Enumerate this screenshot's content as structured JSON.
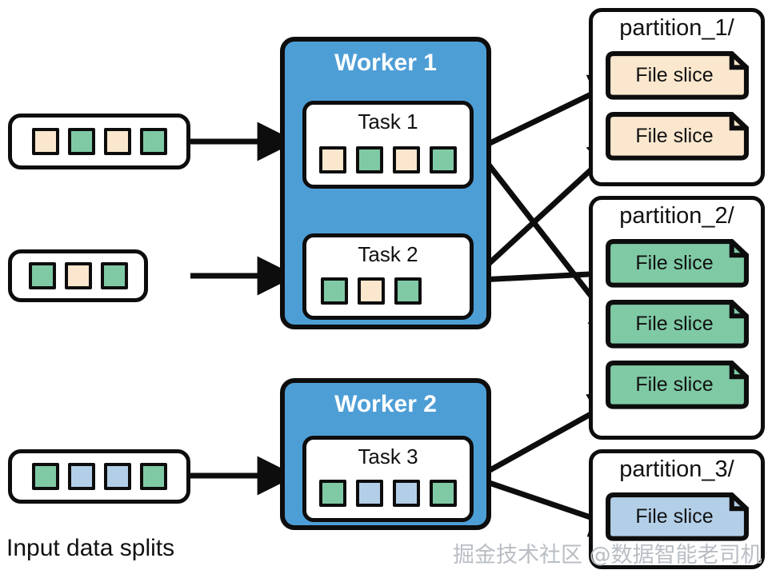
{
  "diagram": {
    "caption": "Input data splits",
    "watermark": "掘金技术社区 @数据智能老司机",
    "colors": {
      "worker_fill": "#4e9ed6",
      "peach": "#fae7ce",
      "green": "#7fcaa5",
      "blue": "#b3cfe8",
      "outline": "#0d0d0d"
    }
  },
  "input_splits": [
    {
      "name": "split-1",
      "cells": [
        "peach",
        "green",
        "peach",
        "green"
      ]
    },
    {
      "name": "split-2",
      "cells": [
        "green",
        "peach",
        "green"
      ]
    },
    {
      "name": "split-3",
      "cells": [
        "green",
        "blue",
        "blue",
        "green"
      ]
    }
  ],
  "workers": [
    {
      "label": "Worker 1",
      "tasks": [
        {
          "label": "Task 1",
          "cells": [
            "peach",
            "green",
            "peach",
            "green"
          ]
        },
        {
          "label": "Task 2",
          "cells": [
            "green",
            "peach",
            "green"
          ]
        }
      ]
    },
    {
      "label": "Worker 2",
      "tasks": [
        {
          "label": "Task 3",
          "cells": [
            "green",
            "blue",
            "blue",
            "green"
          ]
        }
      ]
    }
  ],
  "partitions": [
    {
      "label": "partition_1/",
      "slices": [
        {
          "label": "File slice",
          "color": "peach"
        },
        {
          "label": "File slice",
          "color": "peach"
        }
      ]
    },
    {
      "label": "partition_2/",
      "slices": [
        {
          "label": "File slice",
          "color": "green"
        },
        {
          "label": "File slice",
          "color": "green"
        },
        {
          "label": "File slice",
          "color": "green"
        }
      ]
    },
    {
      "label": "partition_3/",
      "slices": [
        {
          "label": "File slice",
          "color": "blue"
        }
      ]
    }
  ],
  "flows": [
    {
      "from": "split-1",
      "to": "Task 1"
    },
    {
      "from": "split-2",
      "to": "Task 2"
    },
    {
      "from": "split-3",
      "to": "Task 3"
    },
    {
      "from": "Task 1",
      "to": "partition_1/ slice 1"
    },
    {
      "from": "Task 1",
      "to": "partition_2/ slice 2"
    },
    {
      "from": "Task 2",
      "to": "partition_1/ slice 2"
    },
    {
      "from": "Task 2",
      "to": "partition_2/ slice 3"
    },
    {
      "from": "Task 3",
      "to": "partition_2/ slice 3"
    },
    {
      "from": "Task 3",
      "to": "partition_3/ slice 1"
    }
  ]
}
